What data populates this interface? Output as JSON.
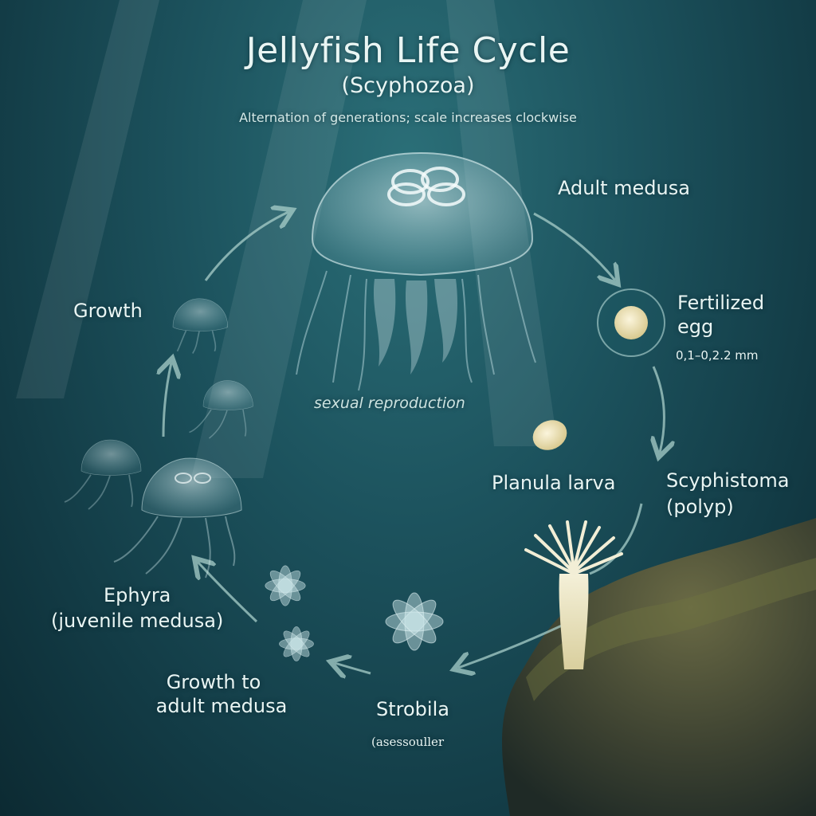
{
  "header": {
    "title": "Jellyfish Life Cycle",
    "subtitle": "(Scyphozoa)",
    "caption": "Alternation of generations; scale increases clockwise"
  },
  "stages": {
    "adult_medusa": "Adult medusa",
    "fertilized_egg_line1": "Fertilized",
    "fertilized_egg_line2": "egg",
    "egg_size": "0,1–0,2.2 mm",
    "planula": "Planula larva",
    "scyphistoma_line1": "Scyphistoma",
    "scyphistoma_line2": "(polyp)",
    "strobila": "Strobila",
    "strobila_note": "(asessouller",
    "growth_to_adult_line1": "Growth to",
    "growth_to_adult_line2": "adult medusa",
    "ephyra_line1": "Ephyra",
    "ephyra_line2": "(juvenile medusa)",
    "growth": "Growth",
    "sexual_reproduction": "sexual reproduction"
  },
  "colors": {
    "water_top": "#2b6f78",
    "water_deep": "#0c2a32",
    "arrow": "#a9cfca",
    "jelly": "#cfe9ec",
    "rock": "#4a4f38"
  }
}
